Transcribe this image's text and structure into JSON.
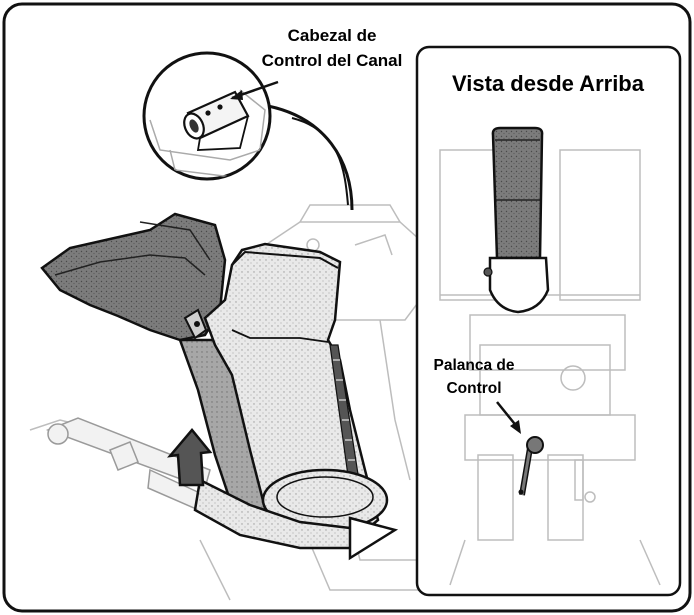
{
  "callout": {
    "line1": "Cabezal de",
    "line2": "Control del Canal"
  },
  "top_view": {
    "title": "Vista desde Arriba",
    "lever_label_line1": "Palanca de",
    "lever_label_line2": "Control"
  },
  "colors": {
    "ink": "#000000",
    "panel_border": "#111111",
    "shade_dark": "#5a5a5a",
    "shade_mid": "#8c8c8c",
    "shade_light": "#cfcfcf",
    "ghost": "#bdbdbd"
  },
  "icons": {
    "rotation_arrow": "curved-rotation-arrow-icon",
    "pointer_arrow": "pointer-arrow-icon"
  }
}
